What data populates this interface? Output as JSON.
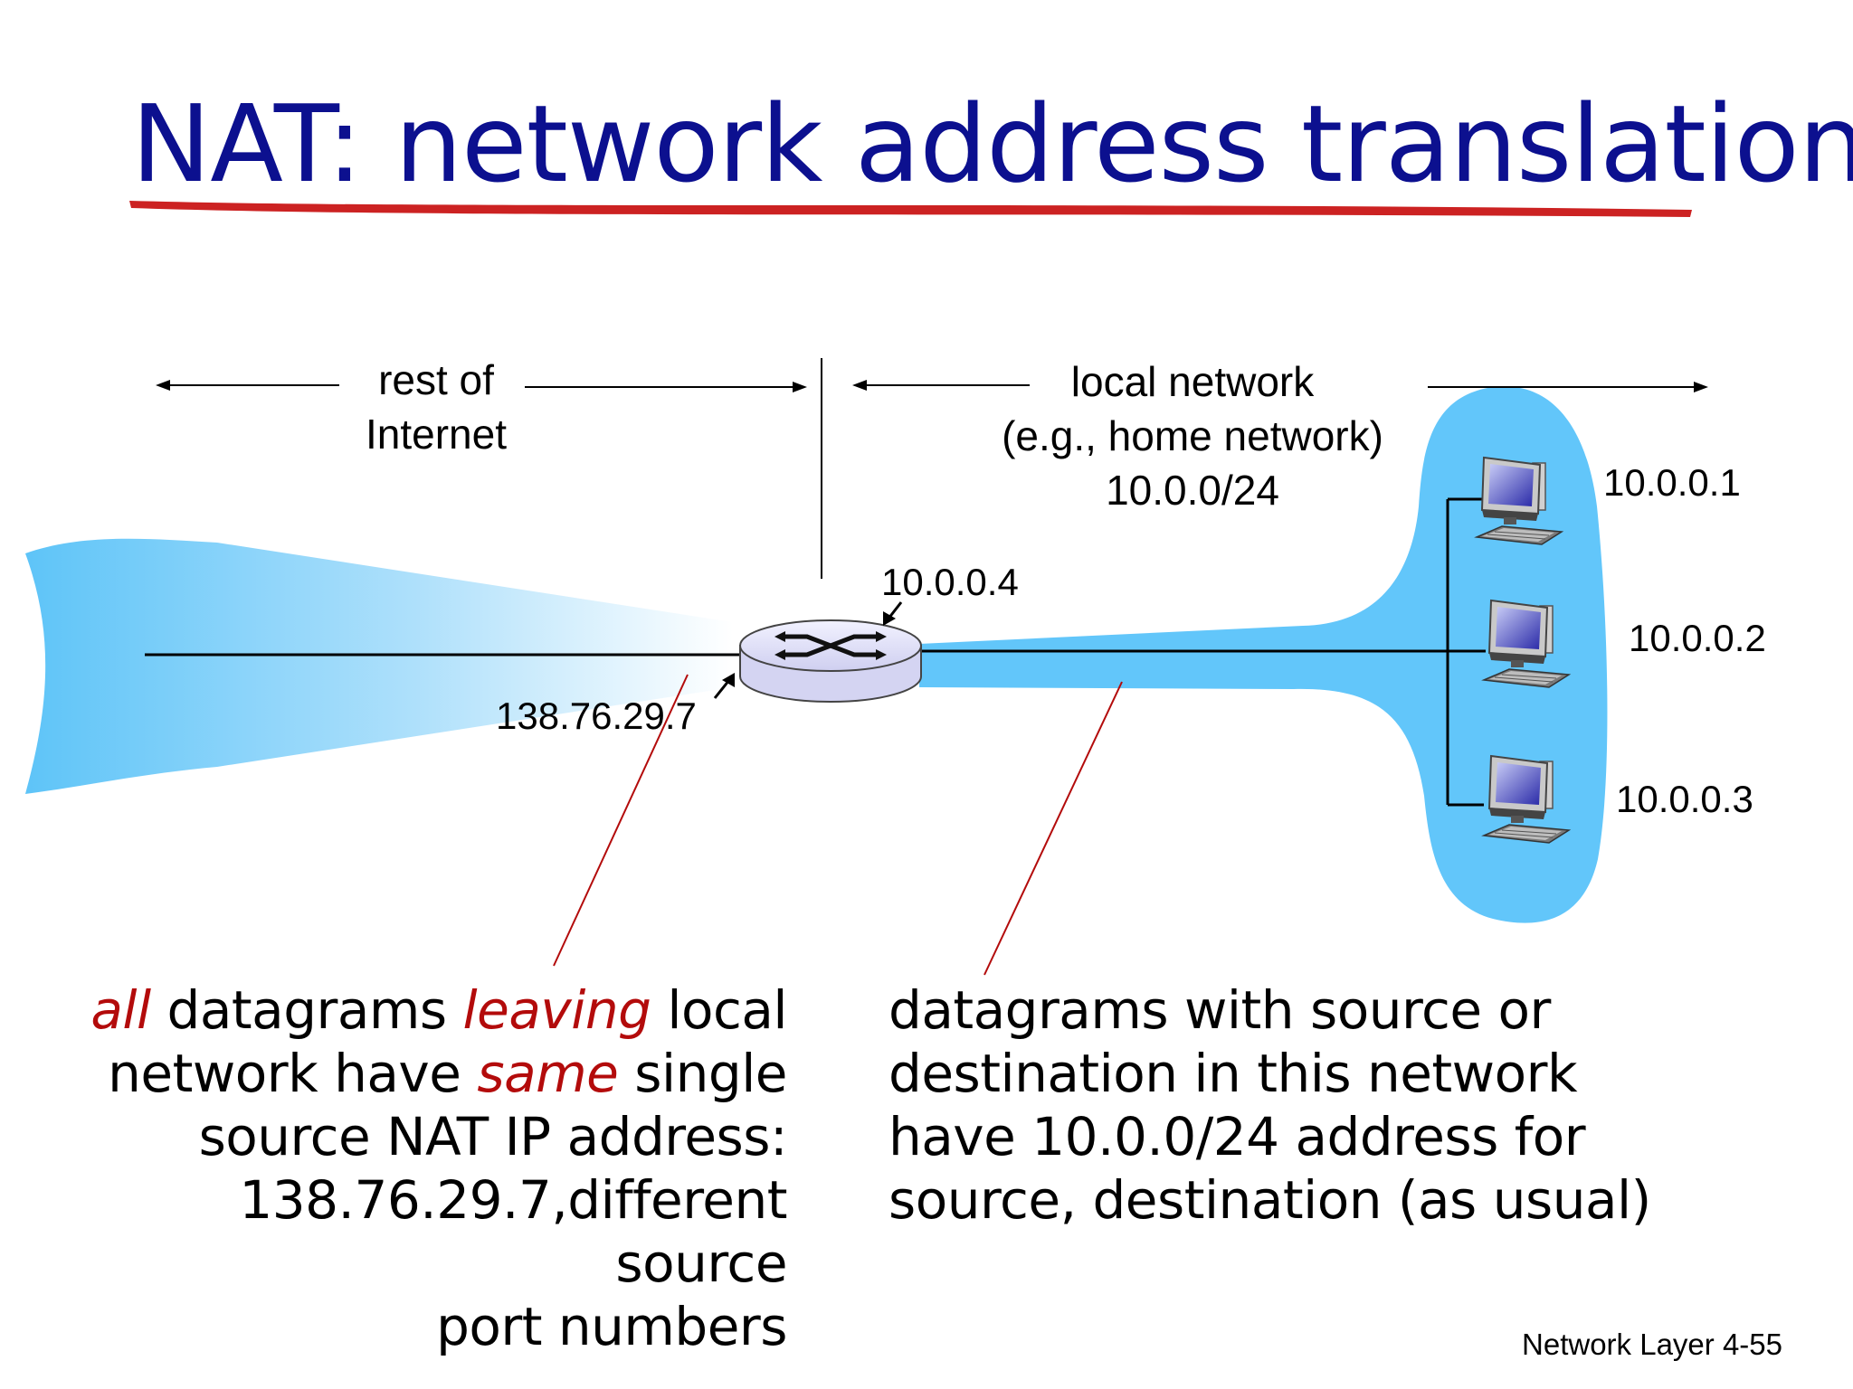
{
  "title": "NAT: network address translation",
  "regions": {
    "internet_line1": "rest of",
    "internet_line2": "Internet",
    "local_line1": "local network",
    "local_line2": "(e.g., home network)",
    "local_line3": "10.0.0/24"
  },
  "addresses": {
    "router_local": "10.0.0.4",
    "router_public": "138.76.29.7",
    "host1": "10.0.0.1",
    "host2": "10.0.0.2",
    "host3": "10.0.0.3"
  },
  "captions": {
    "left": {
      "w_all": "all",
      "t1": " datagrams ",
      "w_leaving": "leaving",
      "t2": " local",
      "t3": "network have ",
      "w_same": "same",
      "t4": " single",
      "t5": "source NAT IP address:",
      "t6": "138.76.29.7,different source",
      "t7": "port numbers"
    },
    "right": {
      "l1": "datagrams with source or",
      "l2": "destination in this network",
      "l3": "have 10.0.0/24 address for",
      "l4": "source, destination (as usual)"
    }
  },
  "footer": {
    "section": "Network Layer",
    "page": "4-55"
  },
  "colors": {
    "title": "#0c108f",
    "emphasis": "#b30b0b",
    "network_cloud": "#62c6fa",
    "underline": "#cc2222"
  },
  "icons": [
    "router-icon",
    "desktop-computer-icon"
  ]
}
